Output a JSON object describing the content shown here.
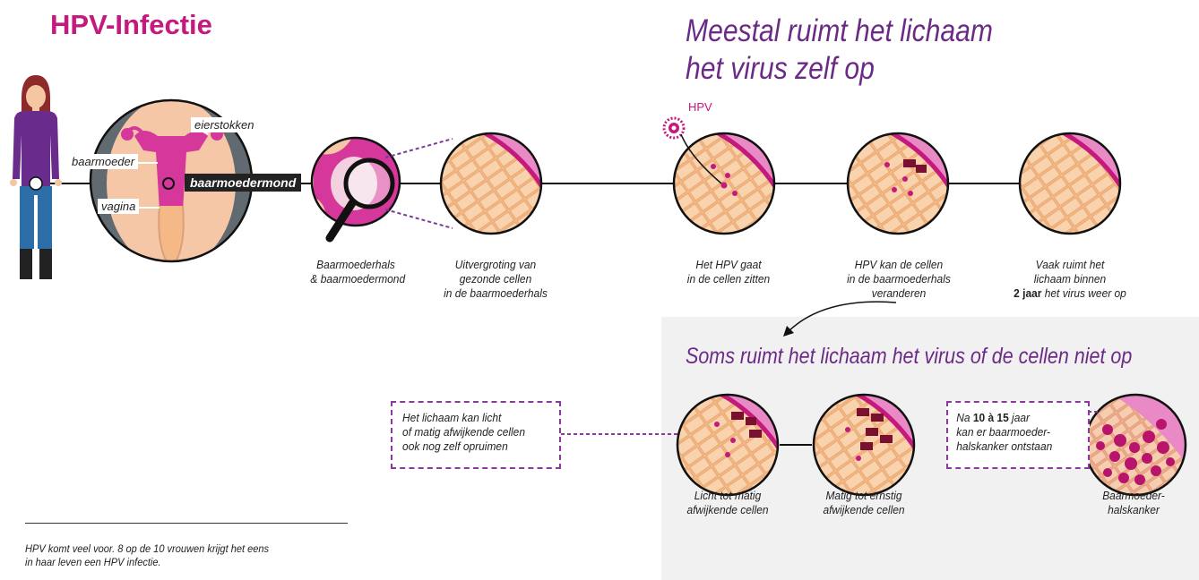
{
  "title": "HPV-Infectie",
  "headline": [
    "Meestal ruimt het lichaam",
    "het virus zelf op"
  ],
  "anatomy_labels": {
    "ovaries": "eierstokken",
    "uterus": "baarmoeder",
    "cervix_os": "baarmoedermond",
    "vagina": "vagina"
  },
  "virus_label": "HPV",
  "steps_top": [
    {
      "caption": [
        "Baarmoederhals",
        "& baarmoedermond"
      ]
    },
    {
      "caption": [
        "Uitvergroting van",
        "gezonde cellen",
        "in de baarmoederhals"
      ]
    },
    {
      "caption": [
        "Het HPV gaat",
        "in de cellen zitten"
      ]
    },
    {
      "caption": [
        "HPV kan de cellen",
        "in de baarmoederhals",
        "veranderen"
      ]
    },
    {
      "caption_line1": "Vaak ruimt het",
      "caption_line2": "lichaam binnen",
      "caption_bold": "2 jaar",
      "caption_rest": " het virus weer op"
    }
  ],
  "subheadline": "Soms ruimt het lichaam het virus of de cellen niet op",
  "note_left": [
    "Het lichaam kan licht",
    "of matig afwijkende cellen",
    "ook nog zelf opruimen"
  ],
  "steps_bottom": [
    {
      "caption": [
        "Licht tot matig",
        "afwijkende cellen"
      ]
    },
    {
      "caption": [
        "Matig tot ernstig",
        "afwijkende cellen"
      ]
    },
    {
      "caption": [
        "Baarmoeder-",
        "halskanker"
      ]
    }
  ],
  "note_right": {
    "prefix": "Na ",
    "bold": "10 à 15",
    "suffix": " jaar",
    "line2": "kan er baarmoeder-",
    "line3": "halskanker ontstaan"
  },
  "footer": [
    "HPV komt veel voor. 8 op de 10 vrouwen krijgt het eens",
    "in haar leven een HPV infectie."
  ],
  "colors": {
    "magenta": "#c4197d",
    "purple": "#6b2a86",
    "skin": "#f6c79d",
    "cell_line": "#e9a86a",
    "pink": "#e98ac7",
    "dark_cell": "#7a1030"
  }
}
